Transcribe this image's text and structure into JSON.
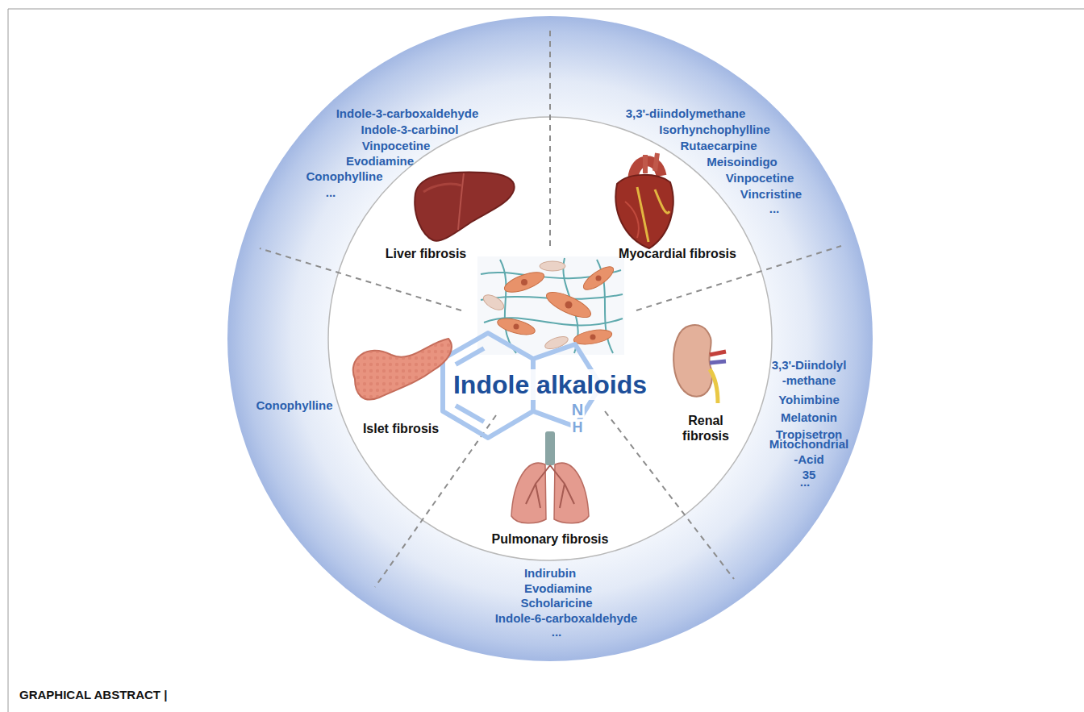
{
  "diagram": {
    "caption": "GRAPHICAL ABSTRACT |",
    "nodes": [
      {
        "text": [
          "Liver fibrosis",
          "Indole-3-carboxaldehyde",
          "Indole-3-carbinol",
          "Vinpocetine",
          "Evodiamine",
          "Conophylline",
          "..."
        ]
      },
      {
        "text": [
          "Myocardial fibrosis",
          "3,3'-diindolymethane",
          "Isorhynchophylline",
          "Rutaecarpine",
          "Meisoindigo",
          "Vinpocetine",
          "Vincristine",
          "..."
        ]
      },
      {
        "text": [
          "Renal fibrosis",
          "3,3'-Diindolyl -methane",
          "Yohimbine",
          "Melatonin",
          "Tropisetron",
          "Mitochondrial -Acid 35",
          "..."
        ]
      },
      {
        "text": [
          "Pulmonary fibrosis",
          "Indirubin",
          "Evodiamine",
          "Scholaricine",
          "Indole-6-carboxaldehyde",
          "..."
        ]
      },
      {
        "text": [
          "Islet fibrosis",
          "Conophylline"
        ]
      },
      {
        "text": [
          "Indole alkaloids"
        ]
      }
    ],
    "labels": [
      "N",
      "H"
    ]
  }
}
